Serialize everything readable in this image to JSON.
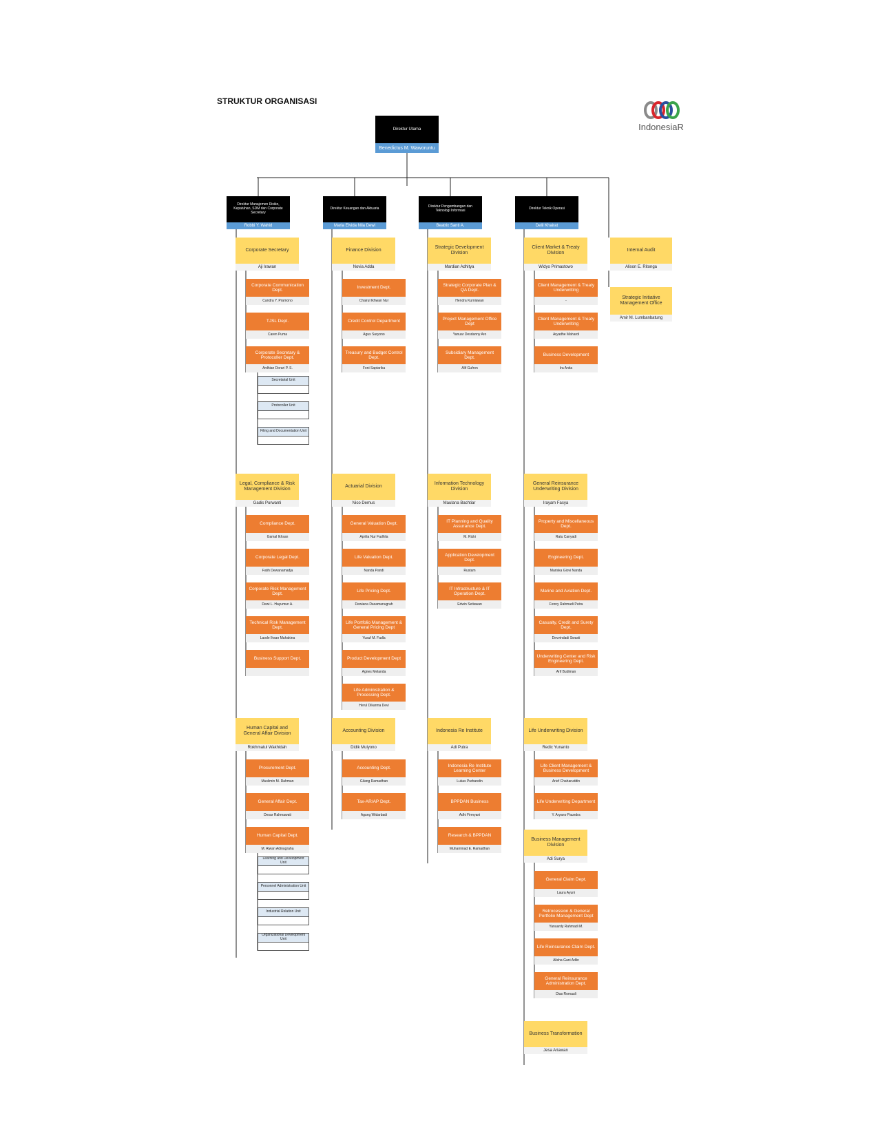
{
  "page": {
    "title": "STRUKTUR ORGANISASI",
    "logo_text": "IndonesiaR"
  },
  "colors": {
    "top": "#000000",
    "name_bar": "#5b9bd5",
    "division": "#ffd966",
    "department": "#ed7d31",
    "unit": "#dde8f3",
    "line": "#222222"
  },
  "org": {
    "top": {
      "title": "Direktur Utama",
      "name": "Benedictus M. Waworuntu"
    },
    "directors": [
      {
        "title": "Direktur Manajemen Risiko, Kepatuhan, SDM dan Corporate Secretary",
        "name": "Robbi Y. Wahid"
      },
      {
        "title": "Direktur Keuangan dan Aktuaria",
        "name": "Maria Elvida Nila Dewi"
      },
      {
        "title": "Direktur Pengembangan dan Teknologi Informasi",
        "name": "Beatrix Santi A."
      },
      {
        "title": "Direktur Teknik Operasi",
        "name": "Delil Khairat"
      }
    ],
    "independent": [
      {
        "title": "Internal Audit",
        "name": "Alison E. Ritonga"
      },
      {
        "title": "Strategic Initiative Management Office",
        "name": "Amir M. Lumbanbatung"
      }
    ],
    "columns": [
      {
        "divisions": [
          {
            "title": "Corporate Secretary",
            "name": "Aji Irawan",
            "depts": [
              {
                "title": "Corporate Communication Dept.",
                "name": "Candra Y. Pramono"
              },
              {
                "title": "TJSL Dept.",
                "name": "Caren Puma"
              },
              {
                "title": "Corporate Secretary & Protocoller Dept.",
                "name": "Ardhian Dorari P. S."
              }
            ],
            "units": [
              {
                "title": "Secretarial Unit",
                "name": ""
              },
              {
                "title": "Protocoller Unit",
                "name": ""
              },
              {
                "title": "Filing and Documentation Unit",
                "name": ""
              }
            ]
          },
          {
            "title": "Legal, Compliance & Risk Management Division",
            "name": "Gadis Purwanti",
            "depts": [
              {
                "title": "Compliance Dept.",
                "name": "Gamal Ikhsan"
              },
              {
                "title": "Corporate Legal Dept.",
                "name": "Fatih Dewanamadja"
              },
              {
                "title": "Corporate Risk Management Dept.",
                "name": "Dewi L. Hayumun A."
              },
              {
                "title": "Technical Risk Management Dept.",
                "name": "Laode Ihsan Mahakina"
              },
              {
                "title": "Business Support Dept.",
                "name": ""
              }
            ],
            "units": []
          },
          {
            "title": "Human Capital and General Affair Division",
            "name": "Rokhmatul Wakhidah",
            "depts": [
              {
                "title": "Procurement Dept.",
                "name": "Muslimin M. Rahman"
              },
              {
                "title": "General Affair Dept.",
                "name": "Desar Rahmawati"
              },
              {
                "title": "Human Capital Dept.",
                "name": "M. Alwan Adinugraha"
              }
            ],
            "units": [
              {
                "title": "Learning and Development Unit",
                "name": ""
              },
              {
                "title": "Personnel Administration Unit",
                "name": ""
              },
              {
                "title": "Industrial Relation Unit",
                "name": ""
              },
              {
                "title": "Organizational Development Unit",
                "name": ""
              }
            ]
          }
        ]
      },
      {
        "divisions": [
          {
            "title": "Finance Division",
            "name": "Novia Adda",
            "depts": [
              {
                "title": "Investment Dept.",
                "name": "Chairul Ikhwan Nur"
              },
              {
                "title": "Credit Control Department",
                "name": "Agus Suryono"
              },
              {
                "title": "Treasury and Budget Control Dept.",
                "name": "Foni Saptarika"
              }
            ],
            "units": []
          },
          {
            "title": "Actuarial Division",
            "name": "Nico Demus",
            "depts": [
              {
                "title": "General Valuation Dept.",
                "name": "Aprilia Nur Fadhila"
              },
              {
                "title": "Life Valuation Dept.",
                "name": "Nanda Pandi"
              },
              {
                "title": "Life Pricing Dept.",
                "name": "Dewiana Dasamanugrah"
              },
              {
                "title": "Life Portfolio Management & General Pricing Dept",
                "name": "Yusuf M. Fadla"
              },
              {
                "title": "Product Development Dept",
                "name": "Agnes Melanda"
              },
              {
                "title": "Life Administration & Processing Dept.",
                "name": "Herul Dikarma Devi"
              }
            ],
            "units": []
          },
          {
            "title": "Accounting Division",
            "name": "Didik Mulyono",
            "depts": [
              {
                "title": "Accounting Dept.",
                "name": "Gilang Ramadhan"
              },
              {
                "title": "Tax-AR/AP Dept.",
                "name": "Agung Widarbadi"
              }
            ],
            "units": []
          }
        ]
      },
      {
        "divisions": [
          {
            "title": "Strategic Development Division",
            "name": "Mardian Adhitya",
            "depts": [
              {
                "title": "Strategic Corporate Plan & QA Dept.",
                "name": "Hendra Kurniawan"
              },
              {
                "title": "Project Management Office Dept",
                "name": "Yanuar Desdanny Aro"
              },
              {
                "title": "Subsidiary Management Dept.",
                "name": "Alif Gufron"
              }
            ],
            "units": []
          },
          {
            "title": "Information Technology Division",
            "name": "Maulana Bachtiar",
            "depts": [
              {
                "title": "IT Planning and Quality Assurance Dept.",
                "name": "M. Rizki"
              },
              {
                "title": "Application Development Dept.",
                "name": "Rustam"
              },
              {
                "title": "IT Infrastructure & IT Operation Dept.",
                "name": "Edwin Setiawan"
              }
            ],
            "units": []
          },
          {
            "title": "Indonesia Re Institute",
            "name": "Adi Putra",
            "depts": [
              {
                "title": "Indonesia Re Institute Learning Center",
                "name": "Lukas Purbandin"
              },
              {
                "title": "BPPDAN Business",
                "name": "Adhi Firmyani"
              },
              {
                "title": "Research & BPPDAN",
                "name": "Muhammad E. Ramadhan"
              }
            ],
            "units": []
          }
        ]
      },
      {
        "divisions": [
          {
            "title": "Client Market & Treaty Division",
            "name": "Widyo Primastowo",
            "depts": [
              {
                "title": "Client Management & Treaty Underwriting",
                "name": "-"
              },
              {
                "title": "Client Management & Treaty Underwriting",
                "name": "Aryadhe Mahardi"
              },
              {
                "title": "Business Development",
                "name": "Ira Anita"
              }
            ],
            "units": []
          },
          {
            "title": "General Reinsurance Underwriting Division",
            "name": "Irayam Fasya",
            "depts": [
              {
                "title": "Property and Miscellaneous Dept.",
                "name": "Ratu Canyadi"
              },
              {
                "title": "Engineering Dept.",
                "name": "Mariska Giovi Nanda"
              },
              {
                "title": "Marine and Aviation Dept.",
                "name": "Fenny Rahmadi Putra"
              },
              {
                "title": "Casualty, Credit and Surety Dept.",
                "name": "Devvindadi Swasti"
              },
              {
                "title": "Underwriting Center and Risk Engineering Dept.",
                "name": "Arif Budiman"
              }
            ],
            "units": []
          },
          {
            "title": "Life Underwriting Division",
            "name": "Redic Yunanto",
            "depts": [
              {
                "title": "Life Client Management & Business Development",
                "name": "Arief Chaharuddin"
              },
              {
                "title": "Life Underwriting Department",
                "name": "Y. Aryano Paundra"
              }
            ],
            "units": []
          },
          {
            "title": "Business Management Division",
            "name": "Adi Surya",
            "depts": [
              {
                "title": "General Claim Dept.",
                "name": "Laura Ayuni"
              },
              {
                "title": "Retrocession & General Portfolio Management Dept",
                "name": "Yanuardy Rahmadi M."
              },
              {
                "title": "Life Reinsurance Claim Dept.",
                "name": "Alisha Gani Adlin"
              },
              {
                "title": "General Reinsurance Administration Dept.",
                "name": "Dias Romauli"
              }
            ],
            "units": []
          },
          {
            "title": "Business Transformation",
            "name": "Jesa Ariawan",
            "depts": [],
            "units": []
          }
        ]
      }
    ]
  }
}
